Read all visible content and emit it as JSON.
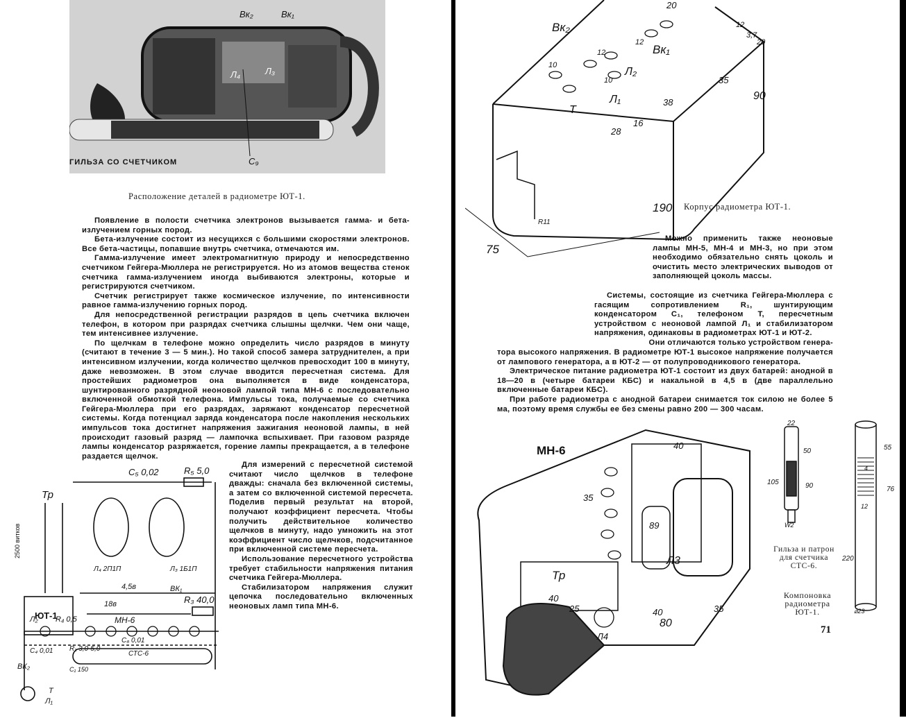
{
  "left_page": {
    "photo": {
      "labels": {
        "vk2": "Вк₂",
        "vk1": "Вк₁",
        "l4": "Л₄",
        "l3": "Л₃",
        "sleeve": "ГИЛЬЗА СО СЧЕТЧИКОМ",
        "c9": "С₉"
      },
      "caption": "Расположение деталей в радиометре ЮТ-1."
    },
    "paragraphs": [
      "Появление в полости счетчика электронов вызывается гамма- и бета-излучением горных пород.",
      "Бета-излучение состоит из несущихся с большими скоростями электронов. Все бета-частицы, попавшие внутрь счетчика, отмечаются им.",
      "Гамма-излучение имеет электромагнитную природу и непосредственно счетчиком Гейгера-Мюллера не регистрируется. Но из атомов вещества стенок счетчика гамма-излучением иногда выбиваются электроны, которые и регистрируются счетчиком.",
      "Счетчик регистрирует также космическое излучение, по интенсивности равное гамма-излучению горных пород.",
      "Для непосредственной регистрации разрядов в цепь счетчика включен телефон, в котором при разрядах счетчика слышны щелчки. Чем они чаще, тем интенсивнее излучение.",
      "По щелчкам в телефоне можно определить число разрядов в минуту (считают в течение 3 — 5 мин.). Но такой способ замера затруднителен, а при интенсивном излучении, когда количество щелчков превосходит 100 в минуту, даже невозможен. В этом случае вводится пересчетная система. Для простейших радиометров она выполняется в виде конденсатора, шунтированного разрядной неоновой лампой типа МН-6 с последовательно включенной обмоткой телефона. Импульсы тока, получаемые со счетчика Гейгера-Мюллера при его разрядах, заряжают конденсатор пересчетной системы. Когда потенциал заряда конденсатора после накопления нескольких импульсов тока достигнет напряжения зажигания неоновой лампы, в ней происходит газовый разряд — лампочка вспыхивает. При газовом разряде лампы конденсатор разряжается, горение лампы прекращается, а в телефоне раздается щелчок."
    ],
    "side_paragraphs": [
      "Для измерений с пересчетной системой считают число щелчков в телефоне дважды: сначала без включенной системы, а затем со включенной системой пересчета. Поделив первый результат на второй, получают коэффициент пересчета. Чтобы получить действительное количество щелчков в минуту, надо умножить на этот коэффициент число щелчков, подсчитанное при включенной системе пересчета.",
      "Использование пересчетного устройства требует стабильности напряжения питания счетчика Гейгера-Мюллера.",
      "Стабилизатором напряжения служит цепочка последовательно включенных неоновых ламп типа МН-6."
    ],
    "schematic": {
      "labels": {
        "c5": "C₅ 0,02",
        "r5": "R₅ 5,0",
        "tr": "Тр",
        "l4": "Л₄ 2П1П",
        "l3": "Л₃ 1Б1П",
        "yut": "ЮТ-1",
        "v45": "4,5в",
        "vk1": "ВК₁",
        "v18": "18в",
        "r3": "R₃ 40,0",
        "l2": "Л₂",
        "r4": "R₄ 0,5",
        "mn6": "МН-6",
        "c6": "C₆ 0,01",
        "c4": "C₄ 0,01",
        "r1": "R₁ 3,0-5,0",
        "sts": "СТС-6",
        "vk2": "ВК₂",
        "c1": "C₁ 150",
        "l1": "Л₁",
        "t": "Т",
        "w": "2500 витков"
      }
    }
  },
  "right_page": {
    "box_drawing": {
      "labels": {
        "vk2": "Вк₂",
        "vk1": "Вк₁",
        "l2": "Л₂",
        "l1": "Л₁",
        "t": "Т",
        "d20": "20",
        "d12a": "12",
        "d12b": "12",
        "d12c": "12",
        "d37": "3,7",
        "d10a": "10",
        "d10b": "10",
        "d28": "28",
        "d16": "16",
        "d38": "38",
        "d35": "35",
        "d90": "90",
        "d190": "190",
        "d75": "75",
        "r11": "R11"
      },
      "caption": "Корпус радиометра ЮТ-1."
    },
    "paragraphs_narrow": [
      "Можно применить также неоновые лампы МН-5, МН-4 и МН-3, но при этом необходимо обязательно снять цоколь и очистить место электрических выводов от заполняющей цоколь массы."
    ],
    "paragraph_mid": "Системы, состоящие из счетчика Гейгера-Мюллера с гасящим сопротивлением R₁, шунтирующим конденсатором С₁, телефоном Т, пересчетным устройством с неоновой лампой Л₁ и стабилизатором напряжения, одинаковы в радиометрах ЮТ-1 и ЮТ-2.",
    "paragraph_split_head": "Они отличаются только устройством генера-",
    "paragraphs_wide": [
      "тора высокого напряжения. В радиометре ЮТ-1 высокое напряжение получается от лампового генератора, а в ЮТ-2 — от полупроводникового генератора.",
      "Электрическое питание радиометра ЮТ-1 состоит из двух батарей: анодной в 18—20 в (четыре батареи КБС) и накальной в 4,5 в (две параллельно включенные батареи КБС).",
      "При работе радиометра с анодной батареи снимается ток силою не более 5 ма, поэтому время службы ее без смены равно 200 — 300 часам."
    ],
    "layout_drawing": {
      "labels": {
        "mn6": "МН-6",
        "d35": "35",
        "d40a": "40",
        "tr": "Тр",
        "l3": "Л3",
        "d89": "89",
        "l4": "Л4",
        "d40b": "40",
        "d25": "25",
        "d40c": "40",
        "d35b": "35",
        "d80": "80"
      },
      "caption": "Компоновка радиометра ЮТ-1."
    },
    "tube_drawing": {
      "labels": {
        "d22": "22",
        "d50": "50",
        "d105": "105",
        "d90": "90",
        "w2": "W2",
        "d55": "55",
        "d4": "4",
        "d76": "76",
        "d12": "12",
        "d220": "220",
        "d23": "⌀23"
      },
      "caption": "Гильза и патрон для счетчика СТС-6."
    },
    "page_number": "71"
  }
}
